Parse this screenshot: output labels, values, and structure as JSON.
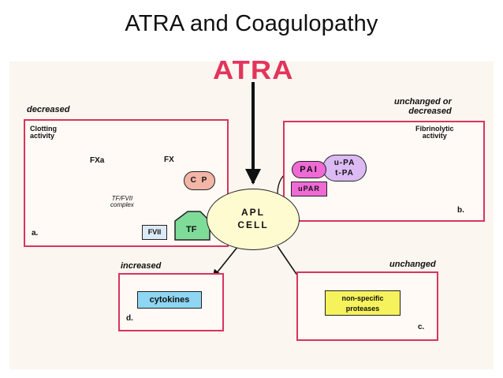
{
  "slide": {
    "title": "ATRA and Coagulopathy"
  },
  "diagram": {
    "atra": "ATRA",
    "center": {
      "line1": "APL",
      "line2": "CELL"
    },
    "panel_a": {
      "status": "decreased",
      "clotting_activity": [
        "Clotting",
        "activity"
      ],
      "fxa": "FXa",
      "fx": "FX",
      "cp": "C P",
      "tf_complex": [
        "TF/FVII",
        "complex"
      ],
      "fvii": "FVII",
      "tf": "TF",
      "letter": "a."
    },
    "panel_b": {
      "status": [
        "unchanged  or",
        "decreased"
      ],
      "fibrinolytic": [
        "Fibrinolytic",
        "activity"
      ],
      "pai": "PAI",
      "upa": "u-PA",
      "tpa": "t-PA",
      "upar": "uPAR",
      "letter": "b."
    },
    "panel_c": {
      "status": "unchanged",
      "proteases": [
        "non-specific",
        "proteases"
      ],
      "letter": "c."
    },
    "panel_d": {
      "status": "increased",
      "cytokines": "cytokines",
      "letter": "d."
    },
    "colors": {
      "atra_red": "#e3345c",
      "box_border": "#d8345d",
      "cell_fill": "#fffbd0",
      "cp_fill": "#f3b5a6",
      "tf_fill": "#7fdc98",
      "fvii_fill": "#dceaf8",
      "pai_fill": "#f06ad6",
      "upa_fill": "#dcbaf3",
      "upar_fill": "#f06ad6",
      "cytokines_fill": "#8ed6f2",
      "proteases_fill": "#f6f25c"
    }
  }
}
